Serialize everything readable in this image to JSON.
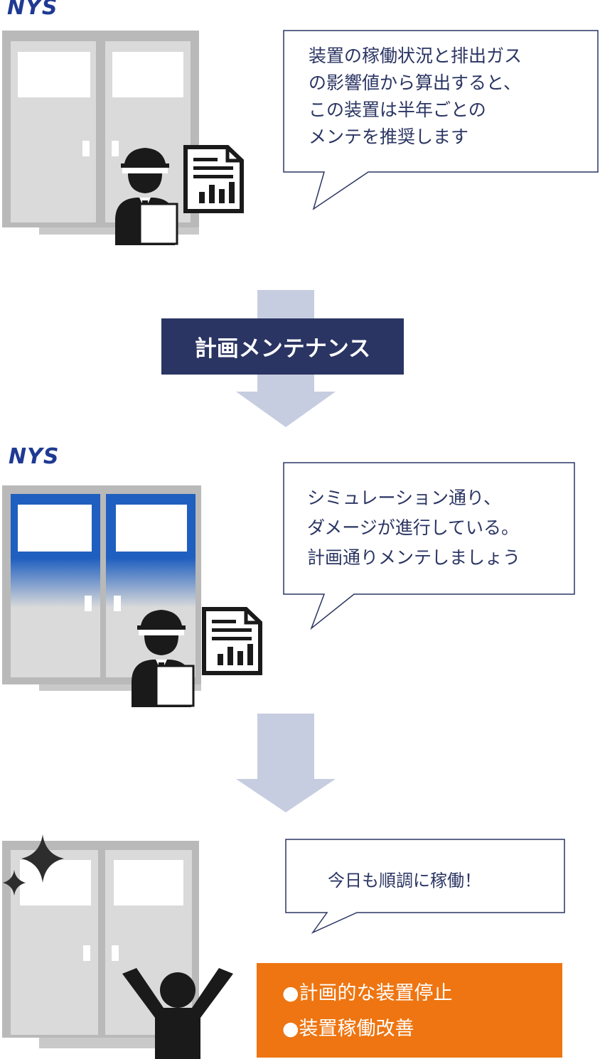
{
  "brand": {
    "logo_text": "NYS",
    "logo_color": "#1f3a93"
  },
  "colors": {
    "navy": "#2b3563",
    "arrow": "#c7cde0",
    "machine_outer": "#b9b9b9",
    "machine_inner": "#dadada",
    "machine_blue": "#1f5fbf",
    "orange": "#ee7511",
    "figure": "#1a1a1a"
  },
  "steps": [
    {
      "bubble_text": "装置の稼働状況と排出ガス\nの影響値から算出すると、\nこの装置は半年ごとの\nメンテを推奨します"
    },
    {
      "bubble_text": "シミュレーション通り、\nダメージが進行している。\n計画通りメンテしましょう"
    },
    {
      "bubble_text": "今日も順調に稼働！"
    }
  ],
  "flow_label": "計画メンテナンス",
  "result": {
    "items": [
      "●計画的な装置停止",
      "●装置稼働改善"
    ]
  },
  "icons": [
    "worker-helmet-icon",
    "report-chart-icon",
    "sparkle-icon",
    "cheering-person-icon"
  ]
}
